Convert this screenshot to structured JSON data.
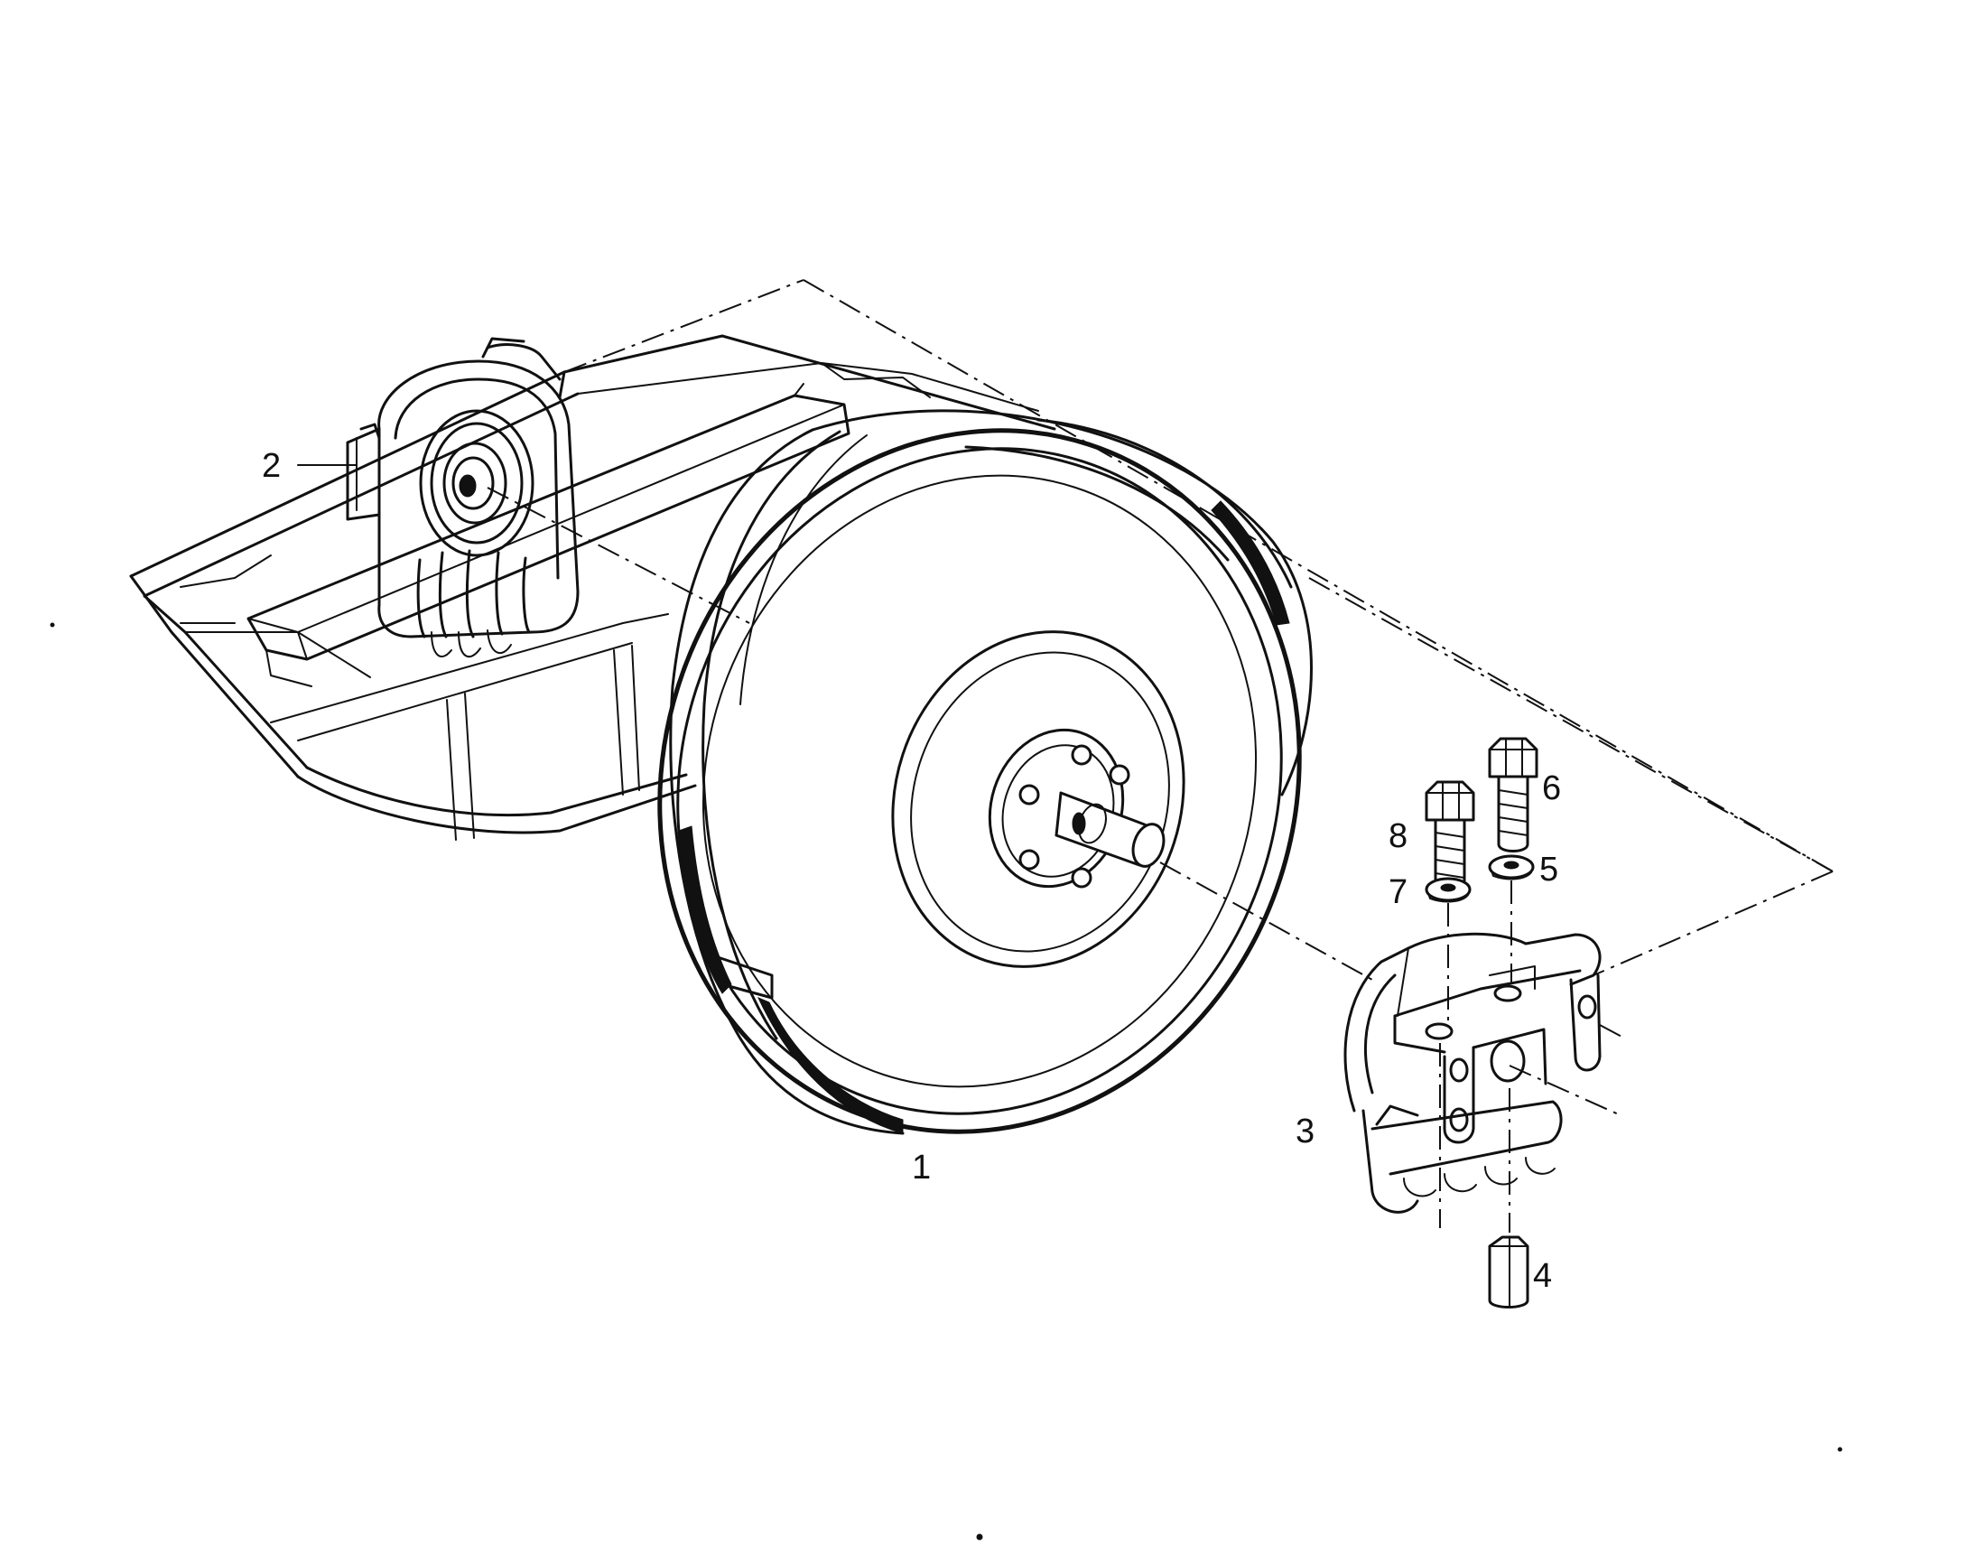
{
  "diagram": {
    "callouts": [
      {
        "id": "1",
        "text": "1",
        "part": "idler-wheel"
      },
      {
        "id": "2",
        "text": "2",
        "part": "idler-yoke-bearing-left"
      },
      {
        "id": "3",
        "text": "3",
        "part": "idler-yoke-bearing-right"
      },
      {
        "id": "4",
        "text": "4",
        "part": "grease-fitting-cap"
      },
      {
        "id": "5",
        "text": "5",
        "part": "lock-washer-right"
      },
      {
        "id": "6",
        "text": "6",
        "part": "hex-bolt-right"
      },
      {
        "id": "7",
        "text": "7",
        "part": "lock-washer-left"
      },
      {
        "id": "8",
        "text": "8",
        "part": "hex-bolt-left"
      }
    ]
  }
}
